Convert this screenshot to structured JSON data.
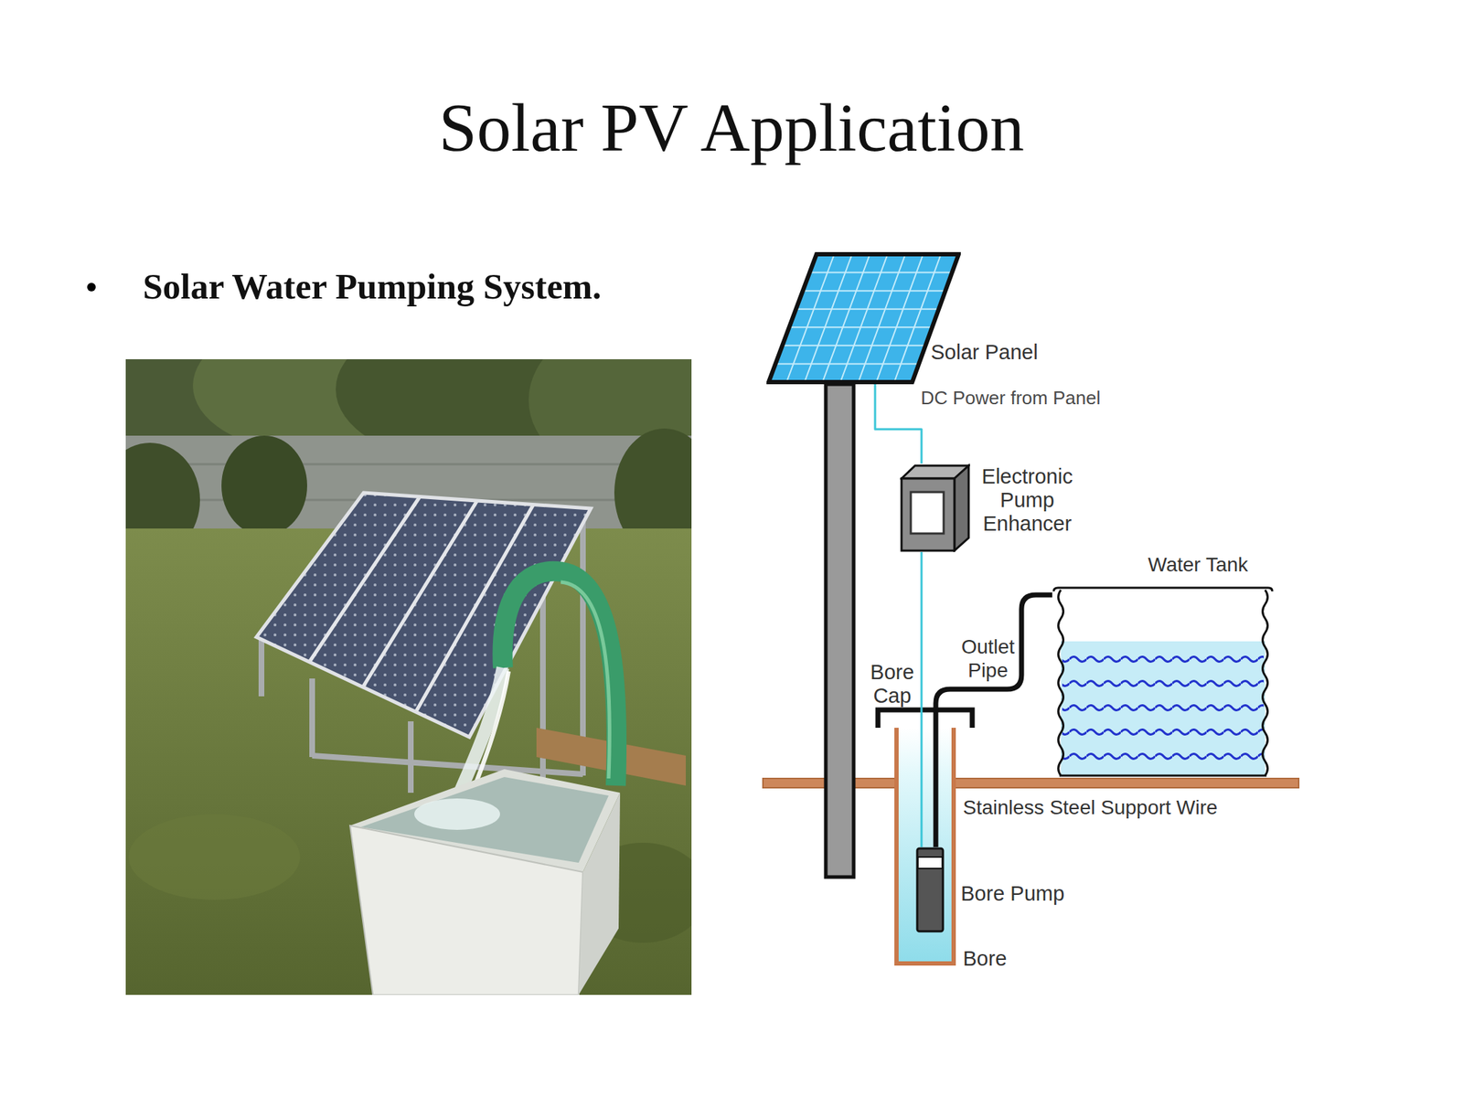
{
  "diagram": {
    "title": "Solar PV Application",
    "nodes": [
      {
        "text": [
          "Solar Panel"
        ]
      },
      {
        "text": [
          "Electronic Pump Enhancer"
        ]
      },
      {
        "text": [
          "Water Tank"
        ]
      },
      {
        "text": [
          "Bore Cap"
        ]
      },
      {
        "text": [
          "Bore"
        ]
      },
      {
        "text": [
          "Bore Pump"
        ],
        "in": 4
      }
    ],
    "edges": [
      {
        "from": 0,
        "to": 1,
        "label": "DC Power from Panel",
        "arrow": "none"
      },
      {
        "from": 1,
        "to": 5,
        "arrow": "none"
      },
      {
        "from": 5,
        "to": 2,
        "label": "Outlet Pipe",
        "arrow": "none"
      }
    ],
    "labels": [
      "Solar Water Pumping System.",
      "Stainless Steel Support Wire"
    ]
  }
}
